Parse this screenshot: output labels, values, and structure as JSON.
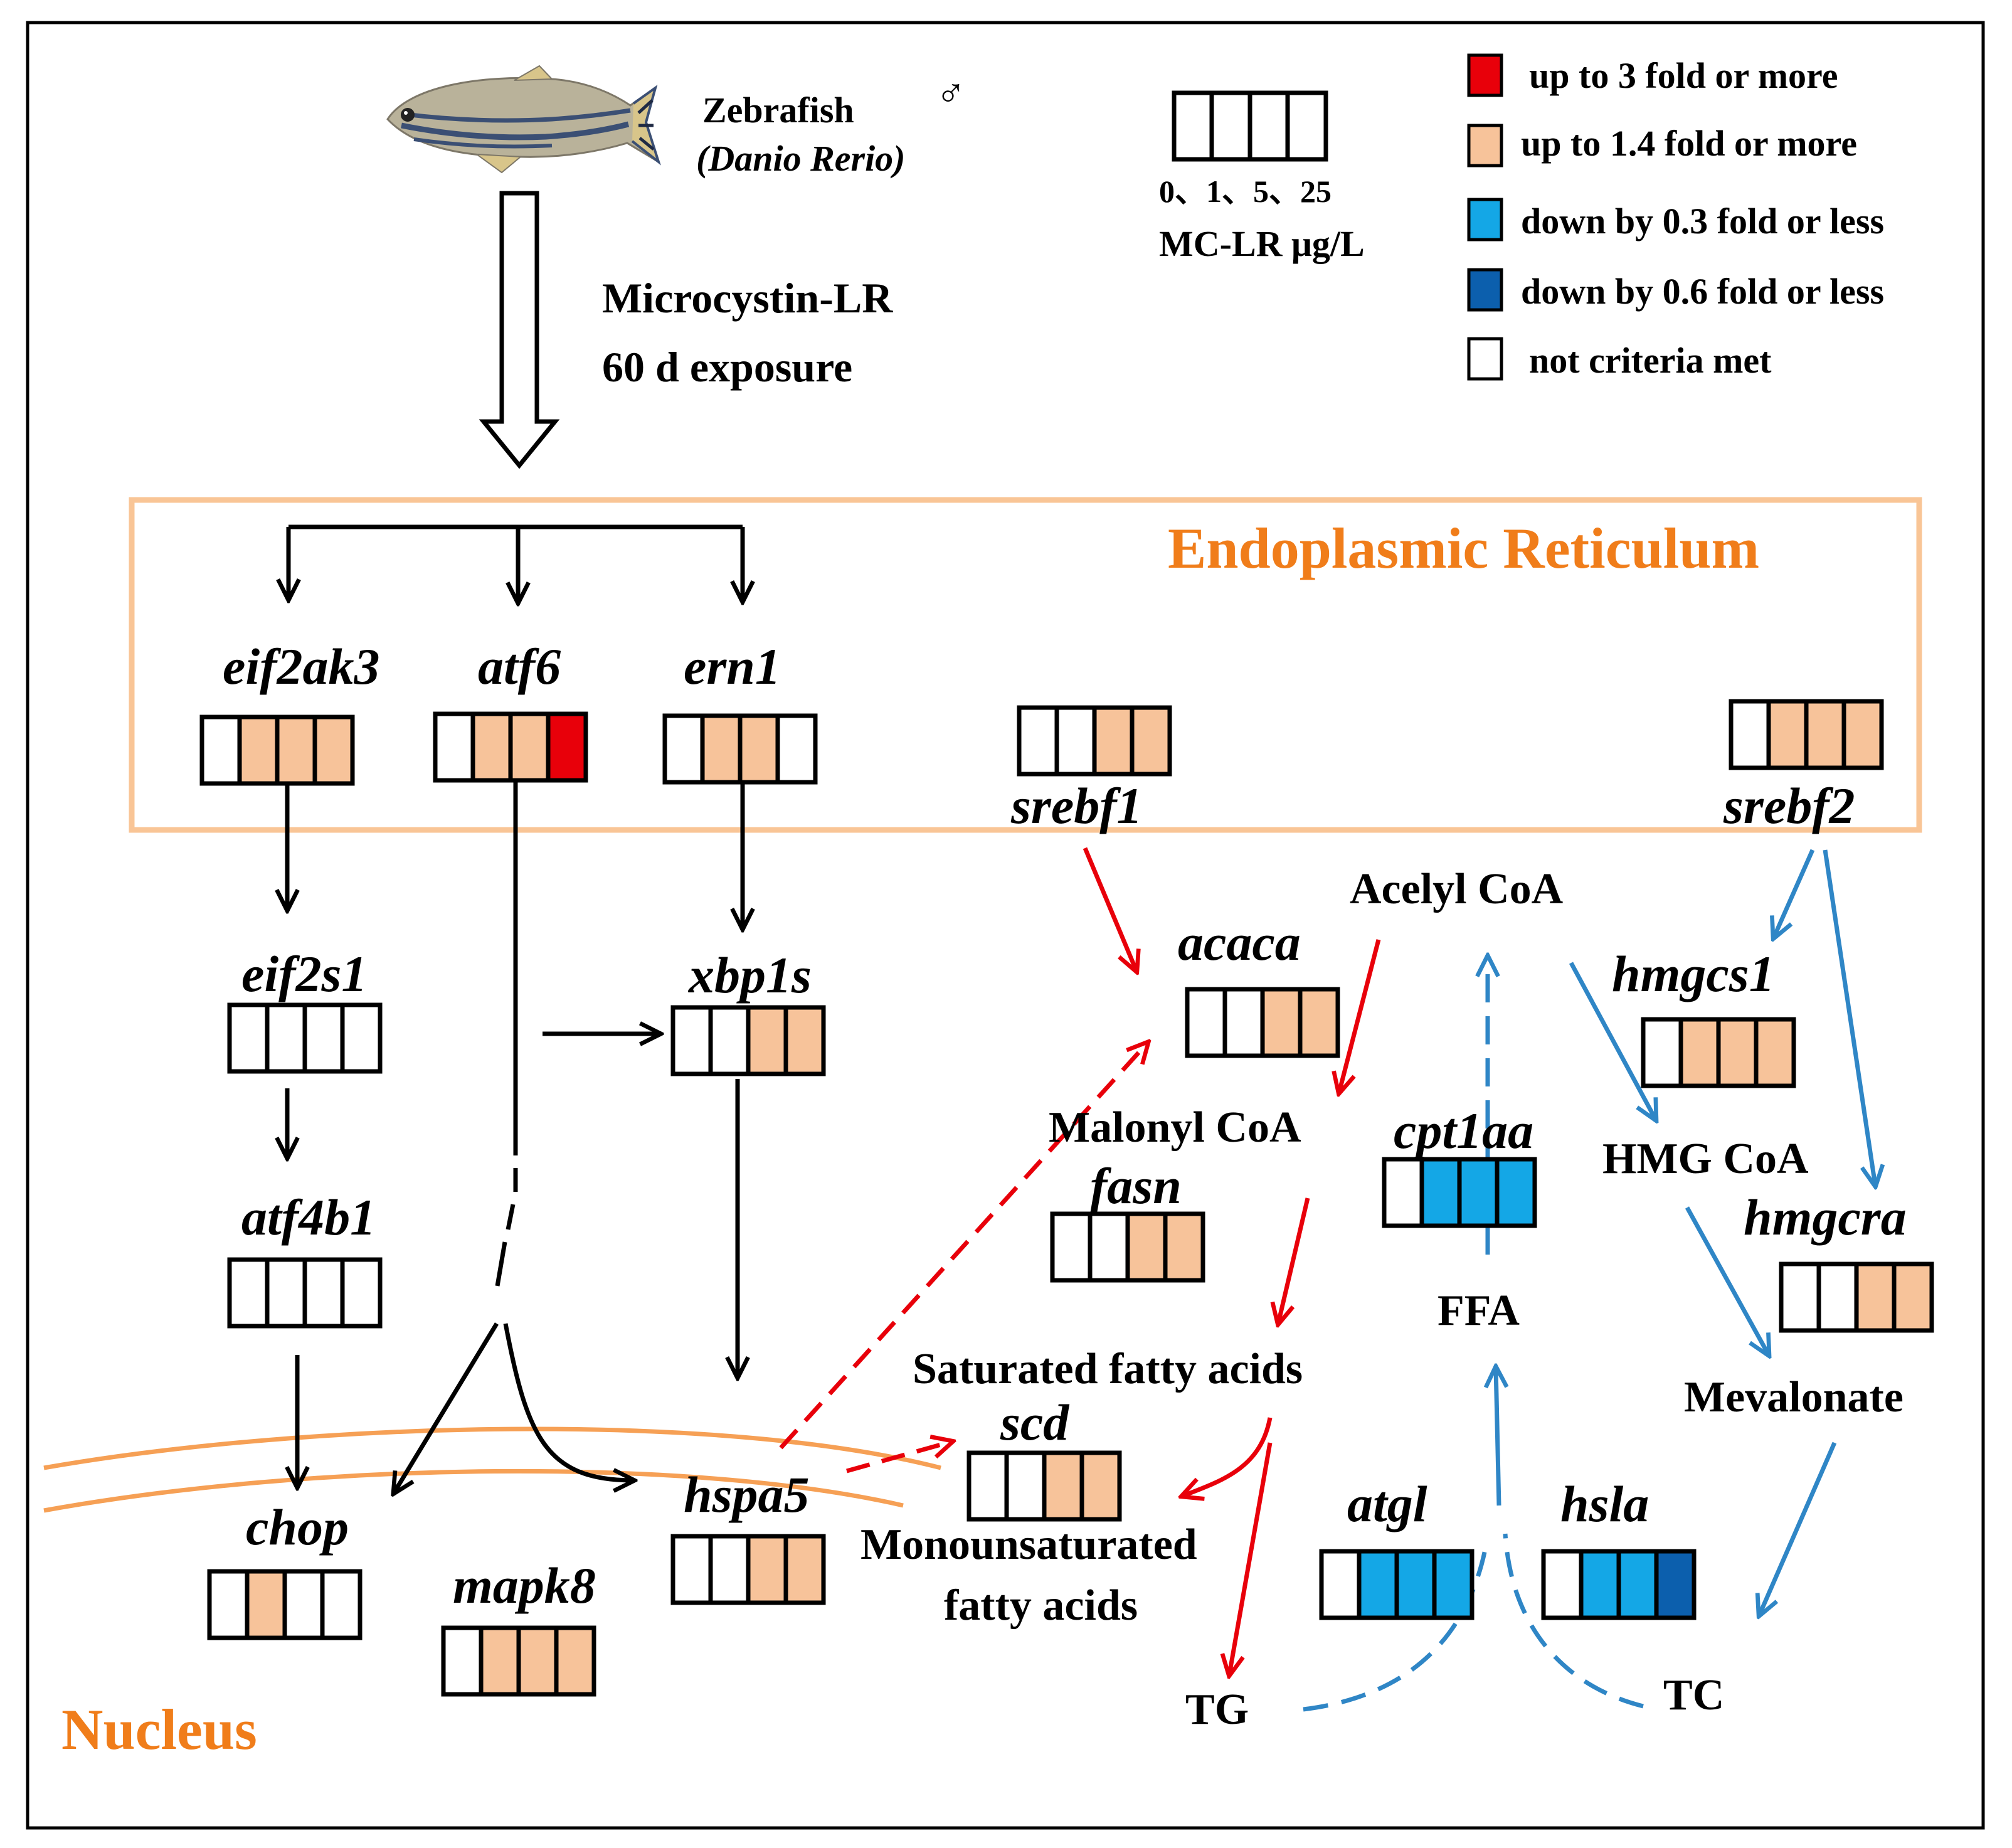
{
  "header": {
    "organism_name": "Zebrafish",
    "organism_latin": "(Danio Rerio)",
    "sex_symbol": "♂",
    "treatment_line1": "Microcystin-LR",
    "treatment_line2": "60 d exposure"
  },
  "dose_key": {
    "doses_label": "0、1、5、25",
    "unit_label": "MC-LR μg/L"
  },
  "legend": [
    {
      "label": "up to 3 fold or more",
      "color": "#e8000a"
    },
    {
      "label": "up to 1.4 fold or more",
      "color": "#f7c39a"
    },
    {
      "label": "down by 0.3 fold or less",
      "color": "#14a7e6"
    },
    {
      "label": "down by 0.6 fold or less",
      "color": "#0c5fad"
    },
    {
      "label": "not criteria met",
      "color": "#ffffff"
    }
  ],
  "compartments": {
    "er_label": "Endoplasmic Reticulum",
    "nucleus_label": "Nucleus"
  },
  "genes": {
    "eif2ak3": {
      "label": "eif2ak3",
      "cells": [
        "none",
        "up14",
        "up14",
        "up14"
      ]
    },
    "atf6": {
      "label": "atf6",
      "cells": [
        "none",
        "up14",
        "up14",
        "up3"
      ]
    },
    "ern1": {
      "label": "ern1",
      "cells": [
        "none",
        "up14",
        "up14",
        "none"
      ]
    },
    "srebf1": {
      "label": "srebf1",
      "cells": [
        "none",
        "none",
        "up14",
        "up14"
      ]
    },
    "srebf2": {
      "label": "srebf2",
      "cells": [
        "none",
        "up14",
        "up14",
        "up14"
      ]
    },
    "eif2s1": {
      "label": "eif2s1",
      "cells": [
        "none",
        "none",
        "none",
        "none"
      ]
    },
    "xbp1s": {
      "label": "xbp1s",
      "cells": [
        "none",
        "none",
        "up14",
        "up14"
      ]
    },
    "atf4b1": {
      "label": "atf4b1",
      "cells": [
        "none",
        "none",
        "none",
        "none"
      ]
    },
    "chop": {
      "label": "chop",
      "cells": [
        "none",
        "up14",
        "none",
        "none"
      ]
    },
    "mapk8": {
      "label": "mapk8",
      "cells": [
        "none",
        "up14",
        "up14",
        "up14"
      ]
    },
    "hspa5": {
      "label": "hspa5",
      "cells": [
        "none",
        "none",
        "up14",
        "up14"
      ]
    },
    "acaca": {
      "label": "acaca",
      "cells": [
        "none",
        "none",
        "up14",
        "up14"
      ]
    },
    "fasn": {
      "label": "fasn",
      "cells": [
        "none",
        "none",
        "up14",
        "up14"
      ]
    },
    "scd": {
      "label": "scd",
      "cells": [
        "none",
        "none",
        "up14",
        "up14"
      ]
    },
    "cpt1aa": {
      "label": "cpt1aa",
      "cells": [
        "none",
        "down03",
        "down03",
        "down03"
      ]
    },
    "hmgcs1": {
      "label": "hmgcs1",
      "cells": [
        "none",
        "up14",
        "up14",
        "up14"
      ]
    },
    "hmgcra": {
      "label": "hmgcra",
      "cells": [
        "none",
        "none",
        "up14",
        "up14"
      ]
    },
    "atgl": {
      "label": "atgl",
      "cells": [
        "none",
        "down03",
        "down03",
        "down03"
      ]
    },
    "hsla": {
      "label": "hsla",
      "cells": [
        "none",
        "down03",
        "down03",
        "down06"
      ]
    }
  },
  "metabolites": {
    "acetyl_coa": "Acelyl CoA",
    "malonyl_coa": "Malonyl CoA",
    "hmg_coa": "HMG CoA",
    "ffa": "FFA",
    "saturated_fa": "Saturated fatty acids",
    "mufa_line1": "Monounsaturated",
    "mufa_line2": "fatty acids",
    "mevalonate": "Mevalonate",
    "tg": "TG",
    "tc": "TC"
  },
  "colors": {
    "up3": "#e8000a",
    "up14": "#f7c39a",
    "down03": "#14a7e6",
    "down06": "#0c5fad",
    "none": "#ffffff",
    "compartment": "#f07d1a",
    "er_border": "#f9c596",
    "lipogenesis_arrow": "#e8000a",
    "cholesterol_arrow": "#2f86c6"
  }
}
